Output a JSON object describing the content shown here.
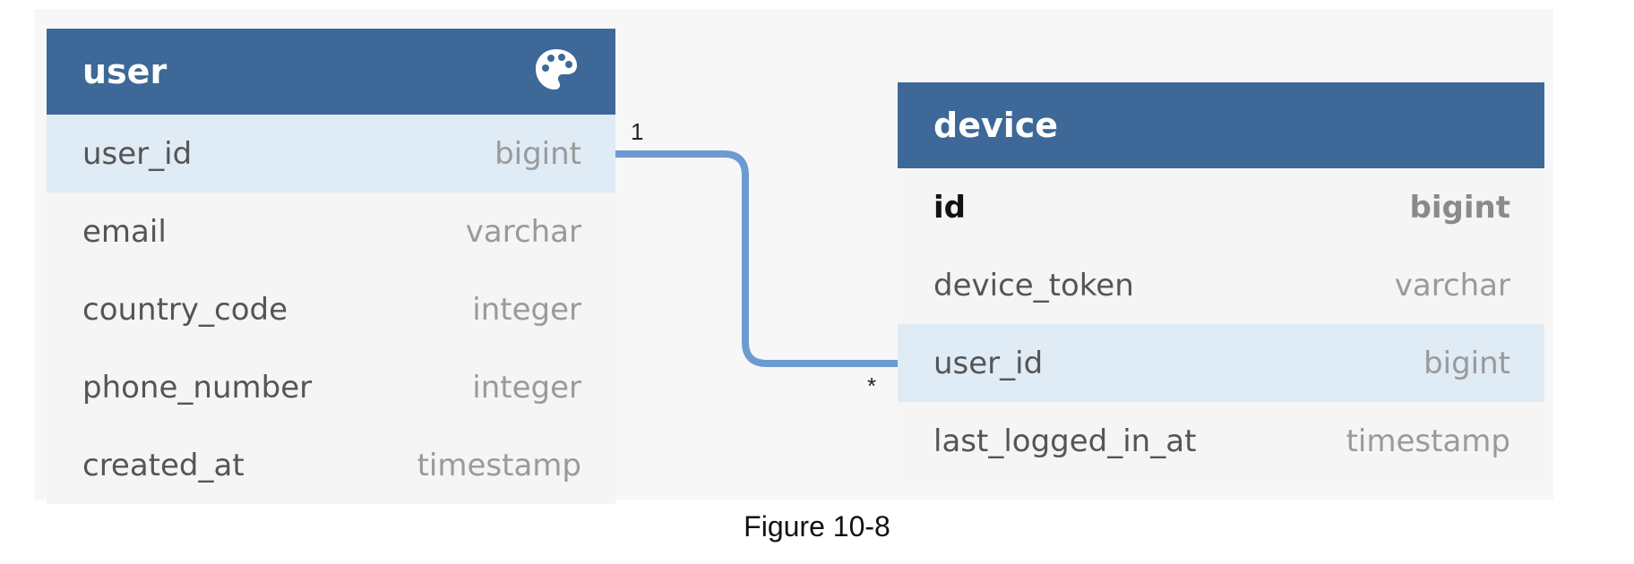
{
  "tables": {
    "user": {
      "name": "user",
      "columns": [
        {
          "name": "user_id",
          "type": "bigint"
        },
        {
          "name": "email",
          "type": "varchar"
        },
        {
          "name": "country_code",
          "type": "integer"
        },
        {
          "name": "phone_number",
          "type": "integer"
        },
        {
          "name": "created_at",
          "type": "timestamp"
        }
      ]
    },
    "device": {
      "name": "device",
      "columns": [
        {
          "name": "id",
          "type": "bigint"
        },
        {
          "name": "device_token",
          "type": "varchar"
        },
        {
          "name": "user_id",
          "type": "bigint"
        },
        {
          "name": "last_logged_in_at",
          "type": "timestamp"
        }
      ]
    }
  },
  "relationship": {
    "from": "user.user_id",
    "to": "device.user_id",
    "from_cardinality": "1",
    "to_cardinality": "*"
  },
  "icons": {
    "user_header": "palette-icon"
  },
  "colors": {
    "header": "#3d6898",
    "highlight": "#dfebf5",
    "connector": "#6b9bd0"
  },
  "caption": "Figure 10-8"
}
